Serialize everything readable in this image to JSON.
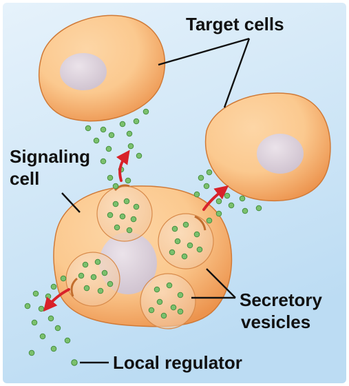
{
  "labels": {
    "target_cells": "Target cells",
    "signaling_line1": "Signaling",
    "signaling_line2": "cell",
    "secretory_line1": "Secretory",
    "secretory_line2": "vesicles",
    "local_regulator": "Local regulator"
  },
  "colors": {
    "background_top": "#e6f2fb",
    "background_bottom": "#bcdcf3",
    "cell_light": "#fbc98f",
    "cell_dark": "#ec934d",
    "cell_edge": "#d07a37",
    "nucleus": "#cfc2cf",
    "vesicle_fill": "#f7d3b0",
    "molecule": "#7bc06d",
    "molecule_edge": "#3f8a3a",
    "arrow": "#d8212a",
    "leader_line": "#111111"
  }
}
